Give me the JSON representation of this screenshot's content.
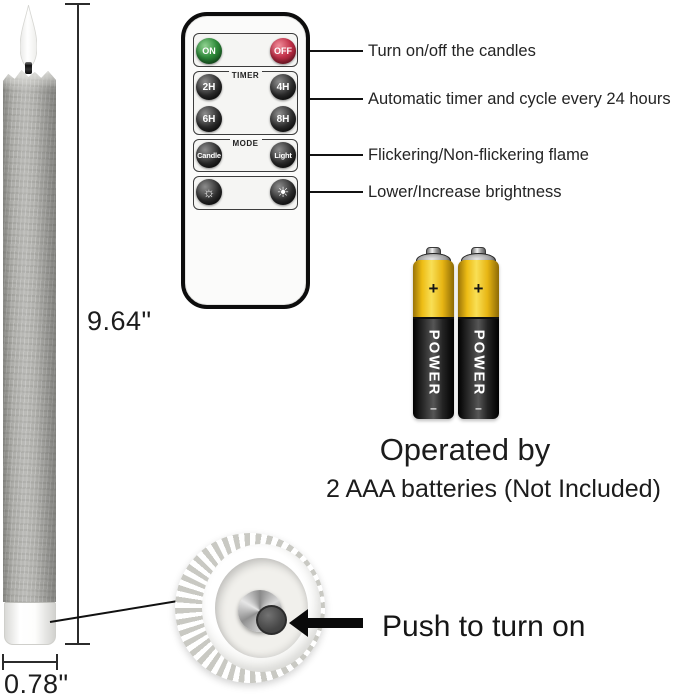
{
  "dimensions": {
    "height_label": "9.64\"",
    "width_label": "0.78\""
  },
  "remote": {
    "power": {
      "on_label": "ON",
      "off_label": "OFF"
    },
    "timer": {
      "section_label": "TIMER",
      "buttons": [
        "2H",
        "4H",
        "6H",
        "8H"
      ]
    },
    "mode": {
      "section_label": "MODE",
      "buttons": [
        "Candle",
        "Light"
      ]
    },
    "brightness": {
      "dim_glyph": "☼",
      "bright_glyph": "☀"
    }
  },
  "annotations": [
    "Turn on/off the candles",
    "Automatic timer and cycle every 24 hours",
    "Flickering/Non-flickering flame",
    "Lower/Increase brightness"
  ],
  "battery": {
    "brand": "POWER",
    "plus": "+",
    "minus": "–",
    "caption_line1": "Operated by",
    "caption_line2": "2 AAA batteries (Not Included)"
  },
  "push_label": "Push to turn on",
  "colors": {
    "on_button_green": "#2e8b3a",
    "off_button_red": "#c13048",
    "battery_yellow": "#f2c421",
    "candle_gray": "#aeaeaa",
    "line_black": "#111111"
  }
}
